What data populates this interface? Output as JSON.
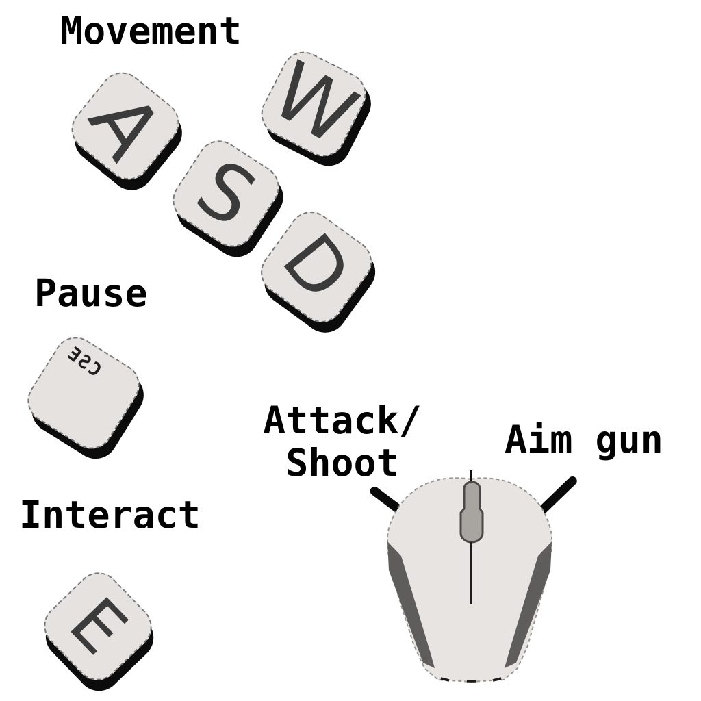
{
  "labels": {
    "movement": "Movement",
    "pause": "Pause",
    "interact": "Interact",
    "attack_line1": "Attack/",
    "attack_line2": "Shoot",
    "aim": "Aim gun"
  },
  "keys": {
    "w": {
      "letter": "W"
    },
    "a": {
      "letter": "A"
    },
    "s": {
      "letter": "S"
    },
    "d": {
      "letter": "D"
    },
    "e": {
      "letter": "E"
    },
    "esc": {
      "label": "ESC",
      "chars": [
        "E",
        "S",
        "C"
      ]
    }
  },
  "colors": {
    "background": "#ffffff",
    "key_fill": "#e5e2df",
    "key_border": "#777777",
    "key_shadow": "#0c0c0c",
    "key_letter": "#3b3b3b",
    "label_text": "#000000",
    "mouse_body": "#e7e4e1",
    "mouse_grip": "#5f5d5b",
    "mouse_wheel": "#a8a5a1",
    "mouse_outline": "#98948f",
    "pointer_line": "#0a0a0a"
  }
}
